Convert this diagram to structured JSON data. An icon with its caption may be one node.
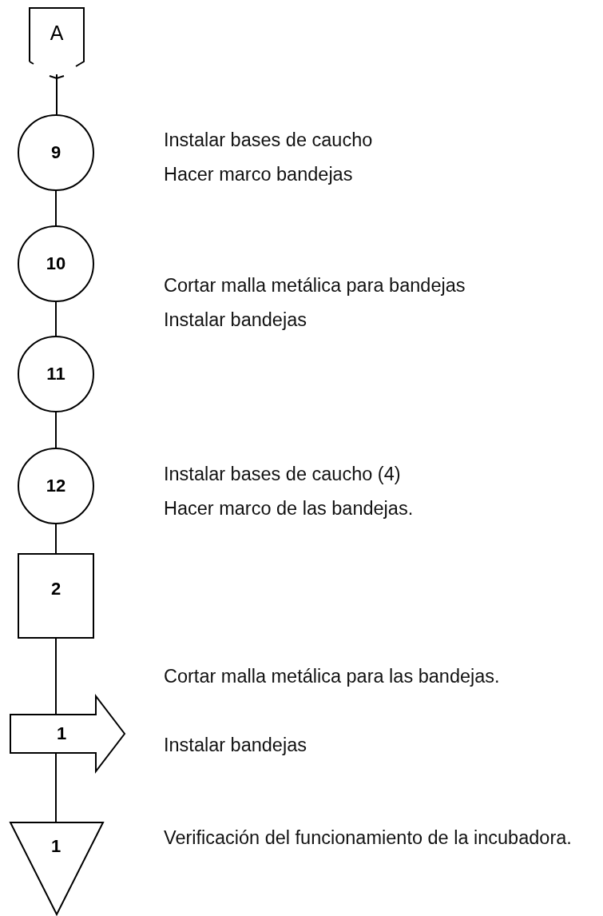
{
  "diagram": {
    "nodes": [
      {
        "text": [
          "A"
        ]
      },
      {
        "text": [
          "9"
        ]
      },
      {
        "text": [
          "10"
        ]
      },
      {
        "text": [
          "11"
        ]
      },
      {
        "text": [
          "12"
        ]
      },
      {
        "text": [
          "2"
        ]
      },
      {
        "text": [
          "1"
        ]
      },
      {
        "text": [
          "1"
        ]
      }
    ],
    "edges": [
      {
        "from": 0,
        "to": 1,
        "arrow": "none"
      },
      {
        "from": 1,
        "to": 2,
        "arrow": "none"
      },
      {
        "from": 2,
        "to": 3,
        "arrow": "none"
      },
      {
        "from": 3,
        "to": 4,
        "arrow": "none"
      },
      {
        "from": 4,
        "to": 5,
        "arrow": "none"
      },
      {
        "from": 5,
        "to": 6,
        "arrow": "none"
      },
      {
        "from": 6,
        "to": 7,
        "arrow": "none"
      }
    ],
    "labels": [
      "Instalar bases de caucho",
      "Hacer marco bandejas",
      "Cortar malla metálica para bandejas",
      "Instalar bandejas",
      "Instalar bases de caucho (4)",
      "Hacer marco de las bandejas.",
      "Cortar malla metálica para las bandejas.",
      "Instalar bandejas",
      "Verificación del funcionamiento de la incubadora."
    ]
  }
}
